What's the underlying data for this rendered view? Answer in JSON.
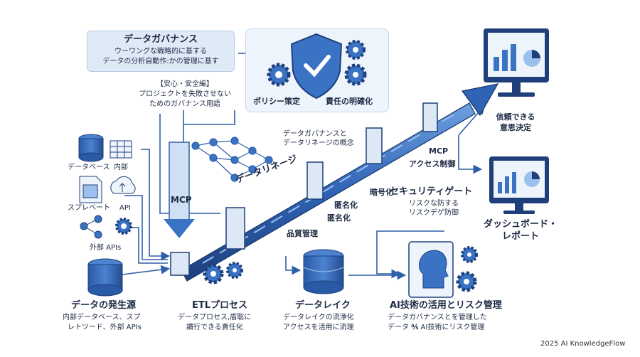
{
  "governance": {
    "title": "データガバナンス",
    "line1": "ウーワングな戦略的に基する",
    "line2": "データの分析自動作:かの管理に基す"
  },
  "safety_note": {
    "line1": "【安心・安全編】",
    "line2": "プロジェクトを失敗させない",
    "line3": "ためのガバナンス用語"
  },
  "policy_panel": {
    "policy_label": "ポリシー策定",
    "responsibility_label": "責任の明確化"
  },
  "outputs": {
    "trusted_line1": "信頼できる",
    "trusted_line2": "意思決定",
    "dashboard_line1": "ダッシュボード・",
    "dashboard_line2": "レポート"
  },
  "sources": {
    "database": "データベース",
    "internal": "内部",
    "spreadsheet": "スプレベート",
    "api": "API",
    "external_apis": "外部 APIs"
  },
  "pipeline": {
    "mcp_left": "MCP",
    "lineage": "データリネージ",
    "concept_line1": "データガバナンスと",
    "concept_line2": "データリネージの概念",
    "quality": "品質管理",
    "anonymize": "匿名化",
    "anonymize2": "匿名化",
    "encryption": "暗号化",
    "mcp_right": "MCP",
    "access_control": "アクセス制御",
    "security_gate": "セキュリティゲート",
    "risk_line1": "リスクな防する",
    "risk_line2": "リスクデゲ防御"
  },
  "bottom": {
    "origin_title": "データの発生源",
    "origin_line1": "内部データベース、スプ",
    "origin_line2": "レトツード、外部 APIs",
    "etl_title": "ETLプロセス",
    "etl_line1": "データプロセス,盾聡に",
    "etl_line2": "讀行できる責任化",
    "lake_title": "データレイク",
    "lake_line1": "データレイクの流浄化",
    "lake_line2": "アクセスを活用に流理",
    "ai_title": "AI技術の活用とリスク管理",
    "ai_line1": "データガバナンスとを管理した",
    "ai_line2": "データ ℁ AI技術にリスク管理"
  },
  "footer": "2025 AI KnowledgeFlow",
  "colors": {
    "navy": "#1f3f7a",
    "blue": "#3a73c4",
    "light_blue": "#cfe0f4",
    "pale": "#eef4fb"
  }
}
